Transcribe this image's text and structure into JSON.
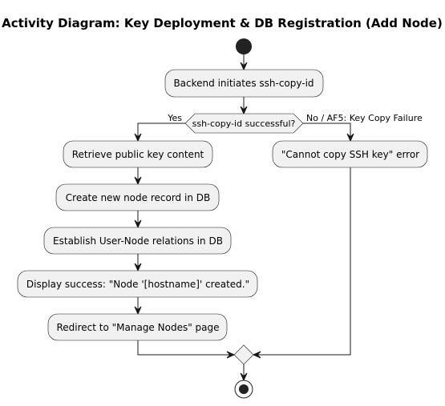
{
  "diagram": {
    "title": "Activity Diagram: Key Deployment & DB Registration (Add Node)",
    "steps": {
      "backend_initiates": "Backend initiates ssh-copy-id",
      "retrieve_key": "Retrieve public key content",
      "create_record": "Create new node record in DB",
      "establish_relations": "Establish User-Node relations in DB",
      "display_success": "Display success: \"Node '[hostname]' created.\"",
      "redirect": "Redirect to \"Manage Nodes\" page",
      "copy_error": "\"Cannot copy SSH key\" error"
    },
    "decision": {
      "question": "ssh-copy-id successful?",
      "yes_label": "Yes",
      "no_label": "No / AF5: Key Copy Failure"
    }
  }
}
